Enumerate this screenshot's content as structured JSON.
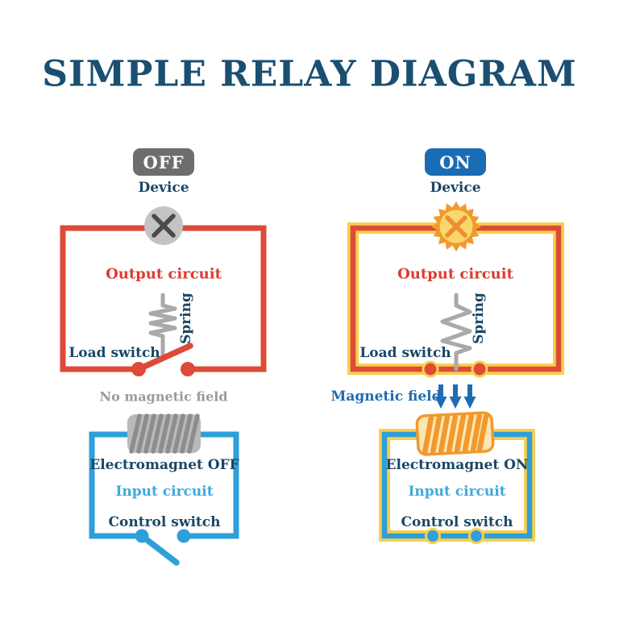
{
  "title": "SIMPLE RELAY DIAGRAM",
  "colors": {
    "title_navy": "#1b4f72",
    "label_navy": "#1b4766",
    "circuit_red": "#dd4a37",
    "circuit_blue": "#2e9fd8",
    "input_circuit_text_blue": "#3fa9dc",
    "magnetic_field_blue": "#1f6cb2",
    "glow_yellow": "#f6cf4e",
    "off_badge_gray": "#6d6d6d",
    "on_badge_blue": "#1a6cb4",
    "coil_gray": "#b9b9b9",
    "coil_orange": "#f2992e",
    "lamp_gray": "#c3c3c3",
    "sun_inner_yellow": "#f9d86b",
    "muted_gray_text": "#9b9b9b"
  },
  "off_panel": {
    "state_badge": "OFF",
    "device_label": "Device",
    "output_circuit_label": "Output circuit",
    "spring_label": "Spring",
    "load_switch_label": "Load switch",
    "field_label": "No magnetic field",
    "electromagnet_label": "Electromagnet OFF",
    "input_circuit_label": "Input circuit",
    "control_switch_label": "Control switch"
  },
  "on_panel": {
    "state_badge": "ON",
    "device_label": "Device",
    "output_circuit_label": "Output circuit",
    "spring_label": "Spring",
    "load_switch_label": "Load switch",
    "field_label": "Magnetic field",
    "electromagnet_label": "Electromagnet ON",
    "input_circuit_label": "Input circuit",
    "control_switch_label": "Control switch"
  }
}
